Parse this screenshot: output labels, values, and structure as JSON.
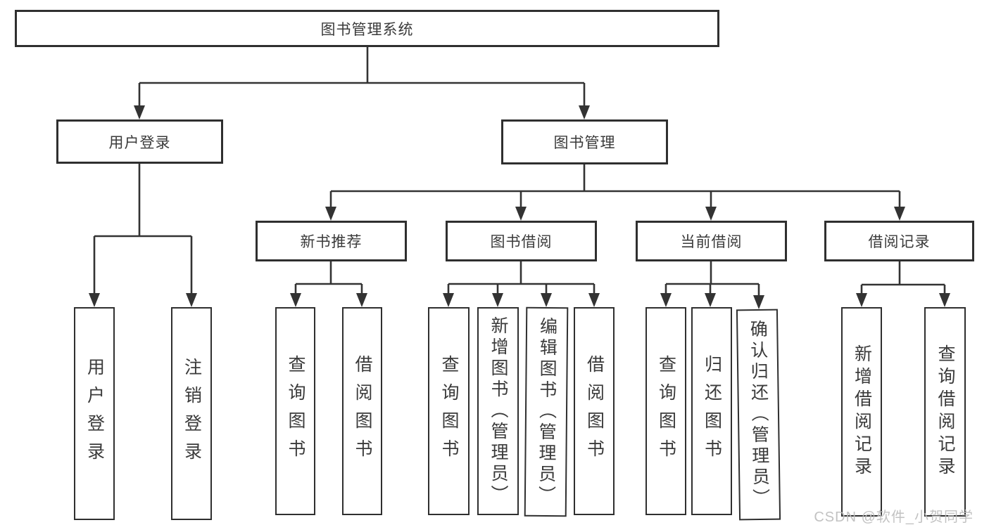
{
  "colors": {
    "background": "#ffffff",
    "line": "#333333",
    "box_border": "#2f2f2f",
    "text": "#3a3a3a",
    "watermark": "#bdbdbd"
  },
  "nodes": {
    "root": "图书管理系统",
    "user_branch": "用户登录",
    "book_branch": "图书管理",
    "user_children": [
      "用户登录",
      "注销登录"
    ],
    "groups": [
      {
        "label": "新书推荐",
        "children": [
          "查询图书",
          "借阅图书"
        ]
      },
      {
        "label": "图书借阅",
        "children": [
          "查询图书",
          "新增图书（管理员）",
          "编辑图书（管理员）",
          "借阅图书"
        ]
      },
      {
        "label": "当前借阅",
        "children": [
          "查询图书",
          "归还图书",
          "确认归还（管理员）"
        ]
      },
      {
        "label": "借阅记录",
        "children": [
          "新增借阅记录",
          "查询借阅记录"
        ]
      }
    ]
  },
  "watermark": {
    "text": "CSDN @软件_小贺同学"
  }
}
